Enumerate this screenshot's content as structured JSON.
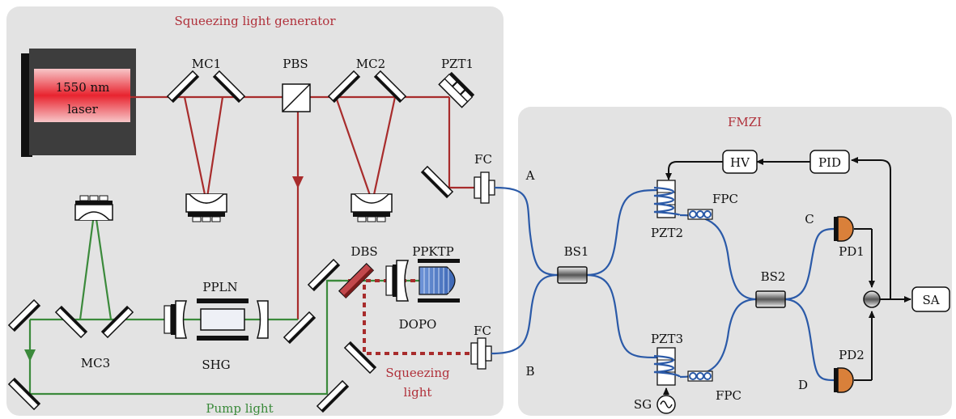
{
  "generator": {
    "title": "Squeezing light generator",
    "laser_line1": "1550 nm",
    "laser_line2": "laser",
    "mc1": "MC1",
    "pbs": "PBS",
    "mc2": "MC2",
    "pzt1": "PZT1",
    "fc_top": "FC",
    "fc_bottom": "FC",
    "dbs": "DBS",
    "ppktp": "PPKTP",
    "dopo": "DOPO",
    "ppln": "PPLN",
    "shg": "SHG",
    "mc3": "MC3",
    "pump_light": "Pump light",
    "squeezing_line1": "Squeezing",
    "squeezing_line2": "light"
  },
  "fmzi": {
    "title": "FMZI",
    "port_a": "A",
    "port_b": "B",
    "bs1": "BS1",
    "bs2": "BS2",
    "pzt2": "PZT2",
    "pzt3": "PZT3",
    "fpc_top": "FPC",
    "fpc_bottom": "FPC",
    "hv": "HV",
    "pid": "PID",
    "port_c": "C",
    "port_d": "D",
    "pd1": "PD1",
    "pd2": "PD2",
    "sa": "SA",
    "sg": "SG"
  },
  "colors": {
    "panel": "#e3e3e3",
    "red_beam": "#a82c2c",
    "green_beam": "#3b8a3b",
    "fiber": "#2b5aa8",
    "laser_glow": "#e8242f",
    "photodiode": "#d9803a",
    "crystal": "#4a78c8"
  }
}
